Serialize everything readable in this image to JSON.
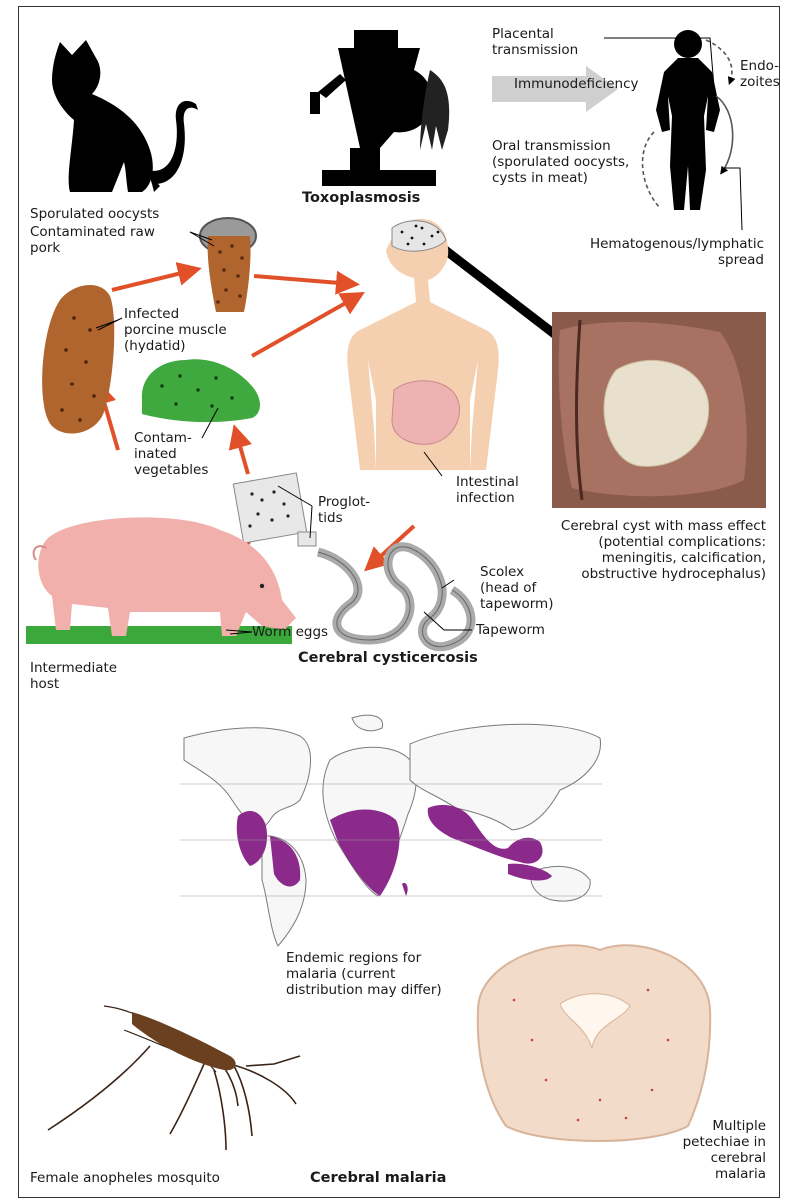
{
  "labels": {
    "sporulated_oocysts": "Sporulated oocysts",
    "toxoplasmosis": "Toxoplasmosis",
    "placental": [
      "Placental",
      "transmission"
    ],
    "immunodeficiency": "Immunodeficiency",
    "endozoites": [
      "Endo-",
      "zoites"
    ],
    "oral": [
      "Oral transmission",
      "(sporulated oocysts,",
      "cysts in meat)"
    ],
    "hematogenous": [
      "Hematogenous/lymphatic",
      "spread"
    ],
    "raw_pork": [
      "Contaminated raw",
      "pork"
    ],
    "porcine": [
      "Infected",
      "porcine muscle",
      "(hydatid)"
    ],
    "vegetables": [
      "Contam-",
      "inated",
      "vegetables"
    ],
    "intestinal": [
      "Intestinal",
      "infection"
    ],
    "cerebral_cyst": [
      "Cerebral cyst with mass effect",
      "(potential complications:",
      "meningitis, calcification,",
      "obstructive hydrocephalus)"
    ],
    "proglottids": [
      "Proglot-",
      "tids"
    ],
    "scolex": [
      "Scolex",
      "(head of",
      "tapeworm)"
    ],
    "worm_eggs": "Worm eggs",
    "tapeworm": "Tapeworm",
    "intermediate_host": [
      "Intermediate",
      "host"
    ],
    "cysticercosis": "Cerebral cysticercosis",
    "endemic": [
      "Endemic regions for",
      "malaria (current",
      "distribution may differ)"
    ],
    "mosquito": "Female anopheles mosquito",
    "cerebral_malaria": "Cerebral malaria",
    "petechiae": [
      "Multiple",
      "petechiae in",
      "cerebral",
      "malaria"
    ]
  },
  "colors": {
    "arrow_red": "#e2502a",
    "malaria_purple": "#8b2a8b",
    "skin": "#f4cfb0",
    "pork": "#b0642e",
    "vegetable": "#3fa83f",
    "pig": "#f2b0ad",
    "grass": "#3aa83a"
  }
}
